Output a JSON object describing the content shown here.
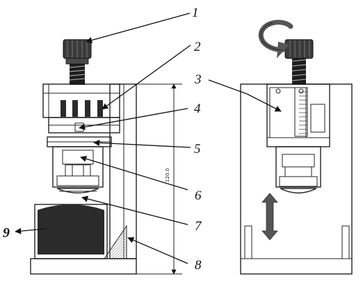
{
  "labels": {
    "l1": "1",
    "l2": "2",
    "l3": "3",
    "l4": "4",
    "l5": "5",
    "l6": "6",
    "l7": "7",
    "l8": "8",
    "l9": "9"
  },
  "dimension_text": "120.0",
  "colors": {
    "line": "#222222",
    "dark_block": "#2b2b2b",
    "knob": "#3a3a3a",
    "arrow_gray": "#555555"
  },
  "icons": {
    "rotation": "curved-arrow-icon",
    "vertical_motion": "double-vertical-arrow-icon"
  }
}
